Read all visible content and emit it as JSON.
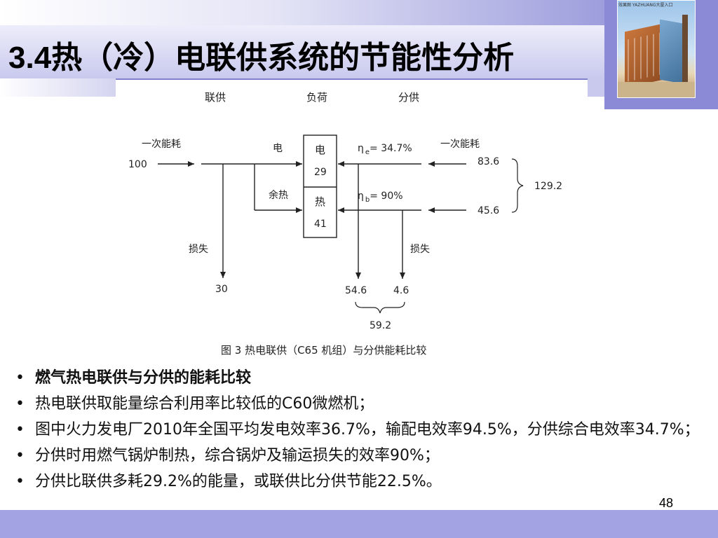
{
  "slide": {
    "title": "3.4热（冷）电联供系统的节能性分析",
    "page_number": "48",
    "photo_caption": "效果图 YAZHUANG大厦入口"
  },
  "figure": {
    "headers": {
      "cogen": "联供",
      "load": "负荷",
      "separate": "分供"
    },
    "left": {
      "primary_energy_label": "一次能耗",
      "primary_energy_value": "100",
      "electricity_label": "电",
      "waste_heat_label": "余热",
      "loss_label": "损失",
      "loss_value": "30"
    },
    "load_box": {
      "elec_label": "电",
      "elec_value": "29",
      "heat_label": "热",
      "heat_value": "41"
    },
    "right": {
      "eta_e": "η",
      "eta_e_sub": "e",
      "eta_e_value": "= 34.7%",
      "eta_b": "η",
      "eta_b_sub": "b",
      "eta_b_value": "= 90%",
      "primary_energy_label": "一次能耗",
      "elec_primary": "83.6",
      "heat_primary": "45.6",
      "total_primary": "129.2",
      "loss_label": "损失",
      "loss_elec": "54.6",
      "loss_heat": "4.6",
      "loss_total": "59.2"
    },
    "caption": "图 3 热电联供（C65 机组）与分供能耗比较"
  },
  "bullets": [
    "燃气热电联供与分供的能耗比较",
    "热电联供取能量综合利用率比较低的C60微燃机；",
    "图中火力发电厂2010年全国平均发电效率36.7%，输配电效率94.5%，分供综合电效率34.7%；",
    "分供时用燃气锅炉制热，综合锅炉及输运损失的效率90%；",
    "分供比联供多耗29.2%的能量，或联供比分供节能22.5%。"
  ],
  "bullet_symbol": "•",
  "colors": {
    "accent_band": "#9b9bdc",
    "title_bar": "#c9c9ee",
    "footer_band": "#a3a3e3"
  }
}
